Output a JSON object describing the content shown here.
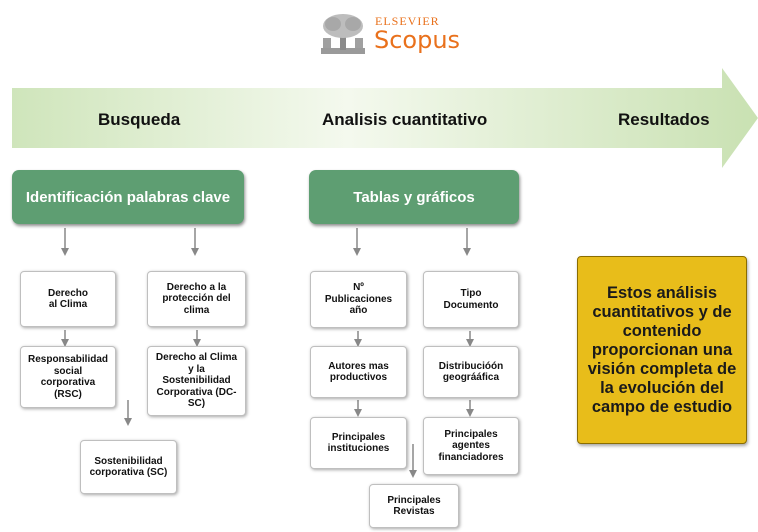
{
  "logo": {
    "publisher": "ELSEVIER",
    "product": "Scopus",
    "icon": "elsevier-tree-icon"
  },
  "stages": {
    "search": "Busqueda",
    "analysis": "Analisis cuantitativo",
    "results": "Resultados"
  },
  "headers": {
    "keywords": "Identificación palabras clave",
    "tables": "Tablas y gráficos"
  },
  "search_boxes": {
    "climate_law": "Derecho\nal Clima",
    "climate_protection": "Derecho a la\nprotección del\nclima",
    "csr": "Responsabilidad\nsocial\ncorporativa\n(RSC)",
    "dc_sc": "Derecho al Clima\ny la\nSostenibilidad\nCorporativa (DC-\nSC)",
    "sc": "Sostenibilidad\ncorporativa (SC)"
  },
  "analysis_boxes": {
    "publications": "Nº\nPublicaciones\naño",
    "doc_type": "Tipo\nDocumento",
    "authors": "Autores mas\nproductivos",
    "geo": "Distribucióón\ngeográáfica",
    "institutions": "Principales\ninstituciones",
    "funders": "Principales\nagentes\nfinanciadores",
    "journals": "Principales\nRevistas"
  },
  "results_text": "Estos análisis cuantitativos y de contenido proporcionan una visión completa de la evolución del campo de estudio",
  "colors": {
    "green": "#5e9e72",
    "yellow": "#e8bd1a",
    "arrow_light": "#eef6e4",
    "arrow_dark": "#c9e1b2",
    "orange": "#e9711c"
  }
}
